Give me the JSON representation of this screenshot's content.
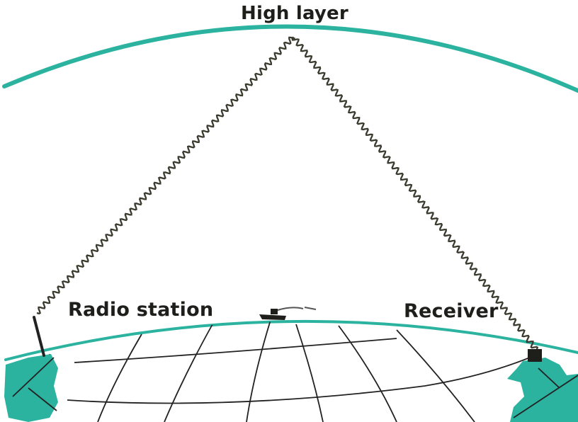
{
  "labels": {
    "high_layer": "High layer",
    "radio_station": "Radio station",
    "receiver": "Receiver"
  },
  "colors": {
    "layer": "#2bb3a0",
    "land": "#2bb3a0",
    "wave": "#3a3a2e",
    "grid": "#222222"
  }
}
